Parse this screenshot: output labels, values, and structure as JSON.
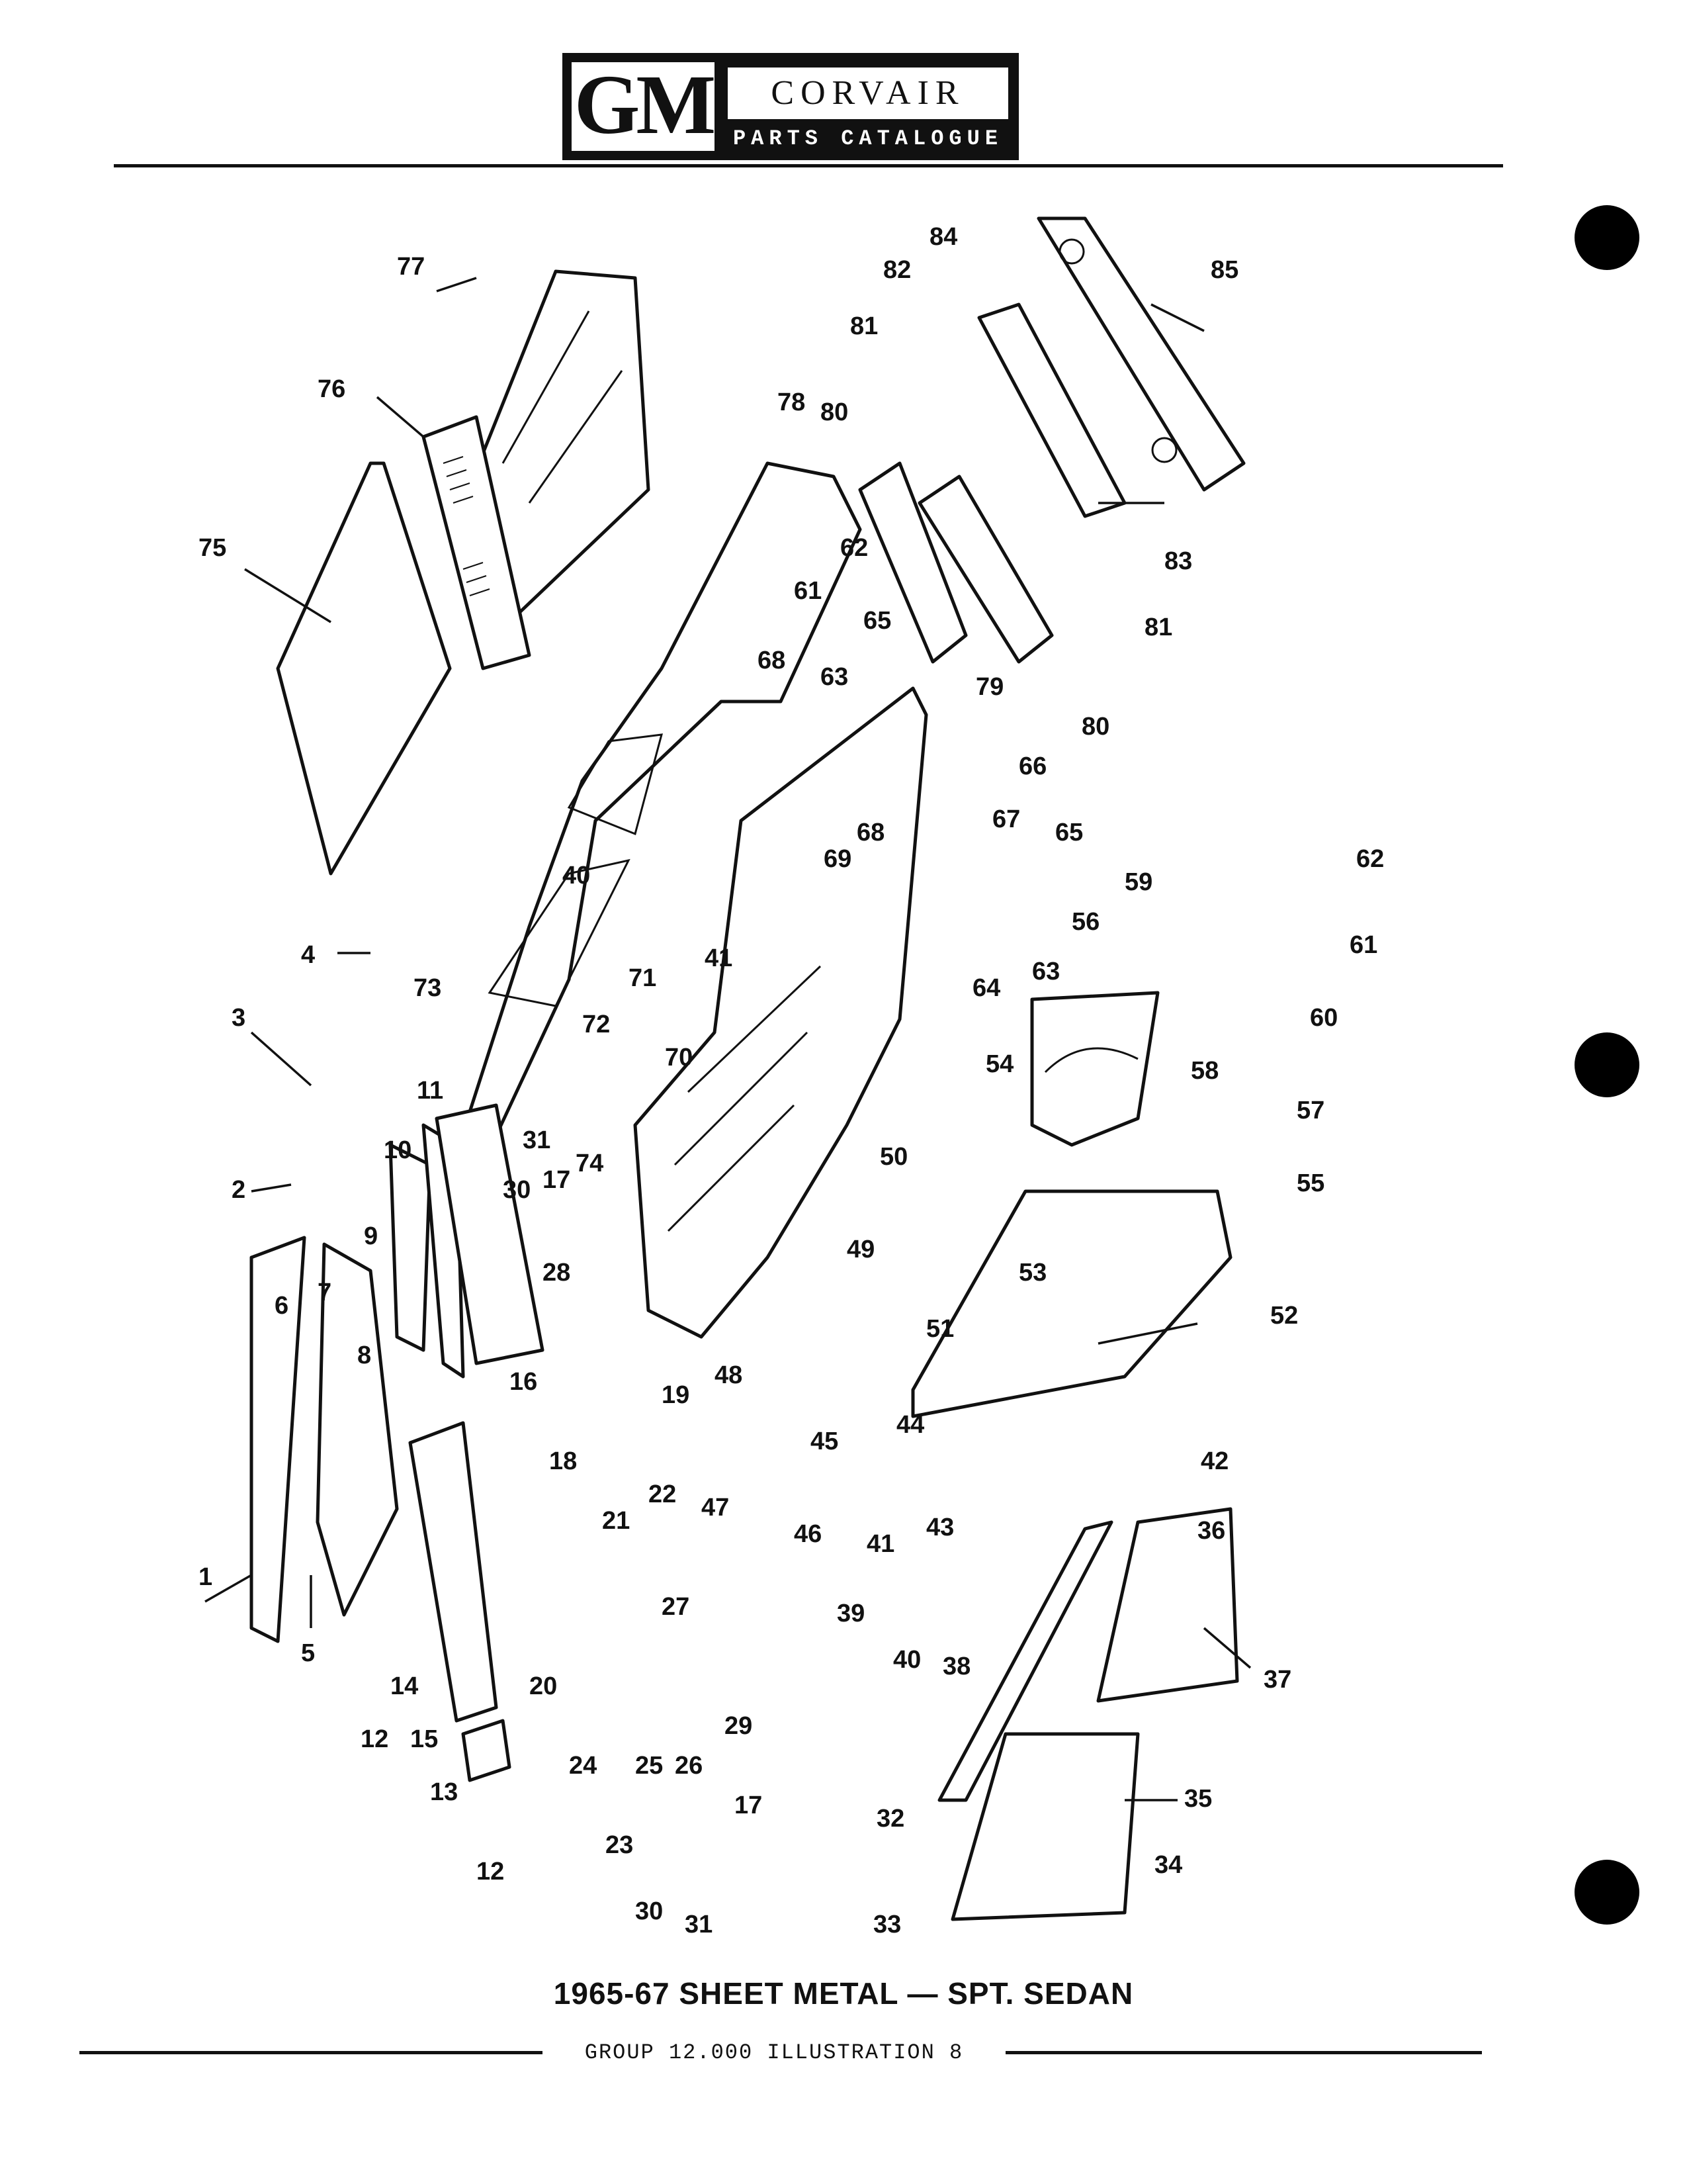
{
  "header": {
    "logo_mark": "GM",
    "brand": "CORVAIR",
    "subtitle": "PARTS CATALOGUE"
  },
  "diagram": {
    "callouts": [
      "1",
      "2",
      "3",
      "4",
      "5",
      "6",
      "7",
      "8",
      "9",
      "10",
      "11",
      "12",
      "12",
      "13",
      "14",
      "15",
      "16",
      "17",
      "17",
      "18",
      "19",
      "20",
      "21",
      "22",
      "23",
      "24",
      "25",
      "26",
      "27",
      "28",
      "29",
      "30",
      "30",
      "31",
      "31",
      "32",
      "33",
      "34",
      "35",
      "36",
      "37",
      "38",
      "39",
      "40",
      "40",
      "41",
      "41",
      "42",
      "43",
      "44",
      "45",
      "46",
      "47",
      "48",
      "49",
      "50",
      "51",
      "52",
      "53",
      "54",
      "55",
      "56",
      "57",
      "58",
      "59",
      "60",
      "61",
      "61",
      "62",
      "62",
      "63",
      "63",
      "64",
      "65",
      "65",
      "66",
      "67",
      "68",
      "68",
      "69",
      "70",
      "71",
      "72",
      "73",
      "74",
      "75",
      "76",
      "77",
      "78",
      "79",
      "80",
      "80",
      "81",
      "81",
      "82",
      "83",
      "84",
      "85"
    ]
  },
  "footer": {
    "caption": "1965-67 SHEET METAL — SPT. SEDAN",
    "reference": "GROUP 12.000 ILLUSTRATION 8"
  }
}
